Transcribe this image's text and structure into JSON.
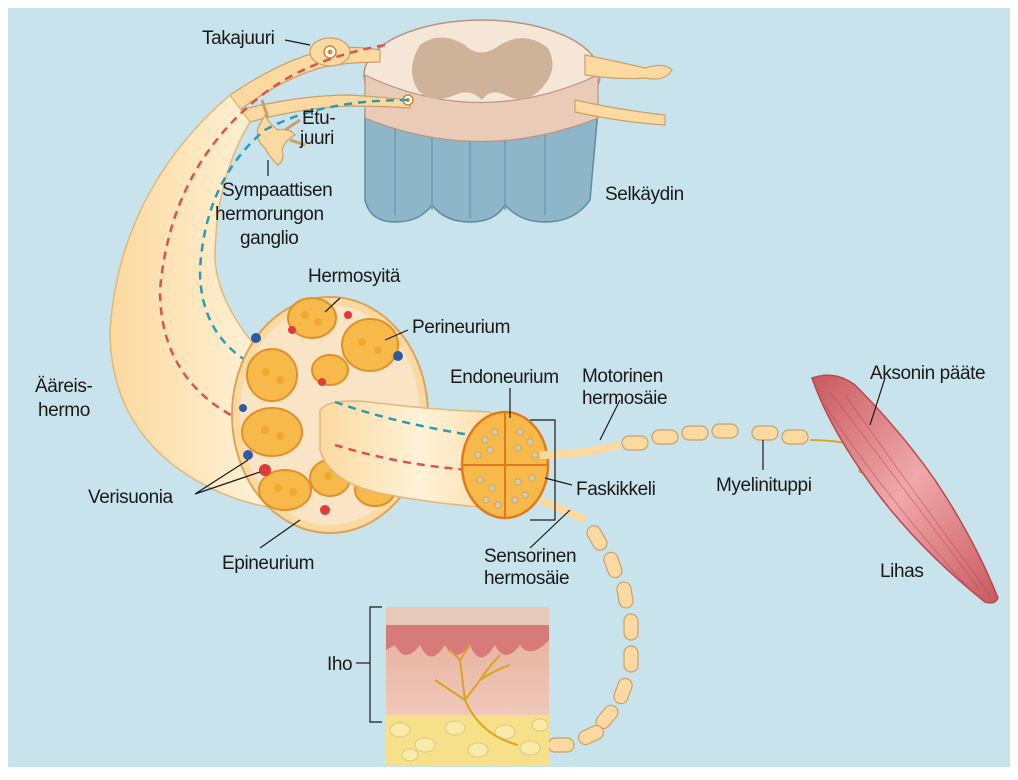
{
  "colors": {
    "background": "#c9e3ec",
    "nerve_outer": "#fbd9a0",
    "nerve_light": "#fff2d8",
    "fascicle": "#f6b94a",
    "spinal_grey": "#cfb29a",
    "spinal_white": "#f5e6d8",
    "spinal_side": "#8fb5c8",
    "sensory_line": "#d9534f",
    "motor_line": "#2a9bb0",
    "muscle": "#e08a8e",
    "skin_top": "#e8b4a2",
    "fat": "#f6e08a",
    "blood_red": "#e03a3a",
    "blood_blue": "#2f5aa0",
    "axon_yellow": "#d9a520"
  },
  "labels": {
    "takajuuri": "Takajuuri",
    "etujuuri_1": "Etu-",
    "etujuuri_2": "juuri",
    "sympaattinen_1": "Sympaattisen",
    "sympaattinen_2": "hermorungon",
    "sympaattinen_3": "ganglio",
    "selkaydin": "Selkäydin",
    "hermosyita": "Hermosyitä",
    "perineurium": "Perineurium",
    "aareishermo_1": "Ääreis-",
    "aareishermo_2": "hermo",
    "endoneurium": "Endoneurium",
    "motorinen_1": "Motorinen",
    "motorinen_2": "hermosäie",
    "aksonin_paate": "Aksonin pääte",
    "verisuonia": "Verisuonia",
    "faskikkeli": "Faskikkeli",
    "myelinituppi": "Myelinituppi",
    "epineurium": "Epineurium",
    "sensorinen_1": "Sensorinen",
    "sensorinen_2": "hermosäie",
    "lihas": "Lihas",
    "iho": "Iho"
  }
}
